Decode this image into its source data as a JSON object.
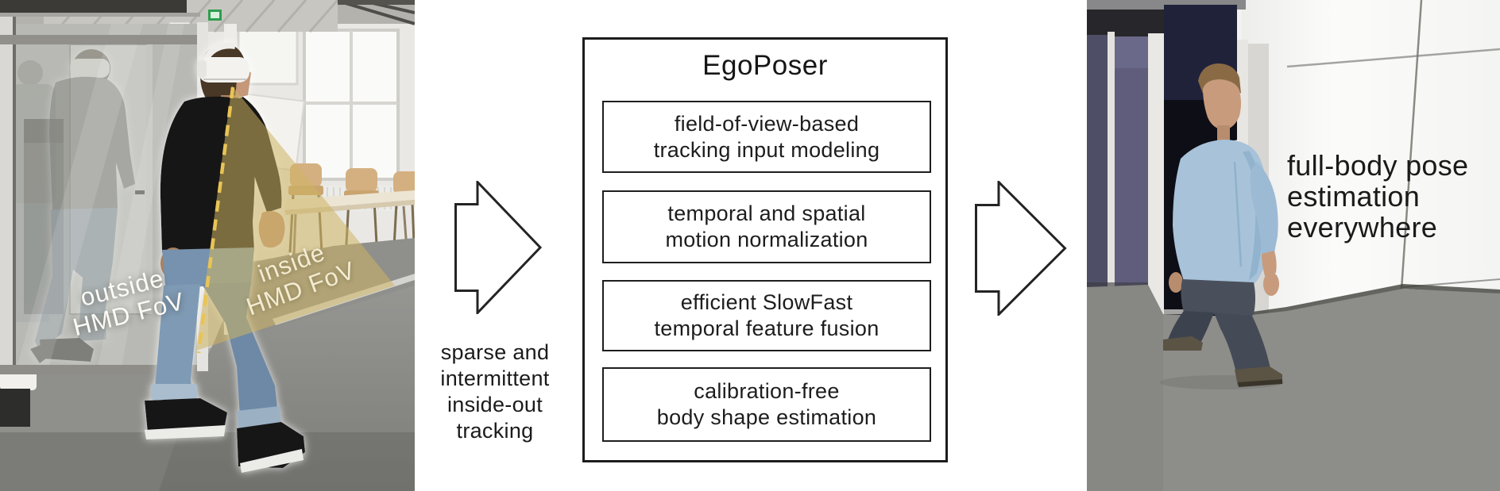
{
  "figure": {
    "left_photo": {
      "outside_label": {
        "line1": "outside",
        "line2": "HMD FoV"
      },
      "inside_label": {
        "line1": "inside",
        "line2": "HMD FoV"
      }
    },
    "input_caption": {
      "line1": "sparse and",
      "line2": "intermittent",
      "line3": "inside-out",
      "line4": "tracking"
    },
    "pipeline": {
      "title": "EgoPoser",
      "modules": [
        {
          "line1": "field-of-view-based",
          "line2": "tracking input modeling"
        },
        {
          "line1": "temporal and spatial",
          "line2": "motion normalization"
        },
        {
          "line1": "efficient SlowFast",
          "line2": "temporal feature fusion"
        },
        {
          "line1": "calibration-free",
          "line2": "body shape estimation"
        }
      ]
    },
    "output_caption": {
      "line1": "full-body pose",
      "line2": "estimation",
      "line3": "everywhere"
    },
    "colors": {
      "ink": "#1c1c1c",
      "fov_fill": "#cdb463",
      "fov_dash": "#e9c455"
    }
  }
}
